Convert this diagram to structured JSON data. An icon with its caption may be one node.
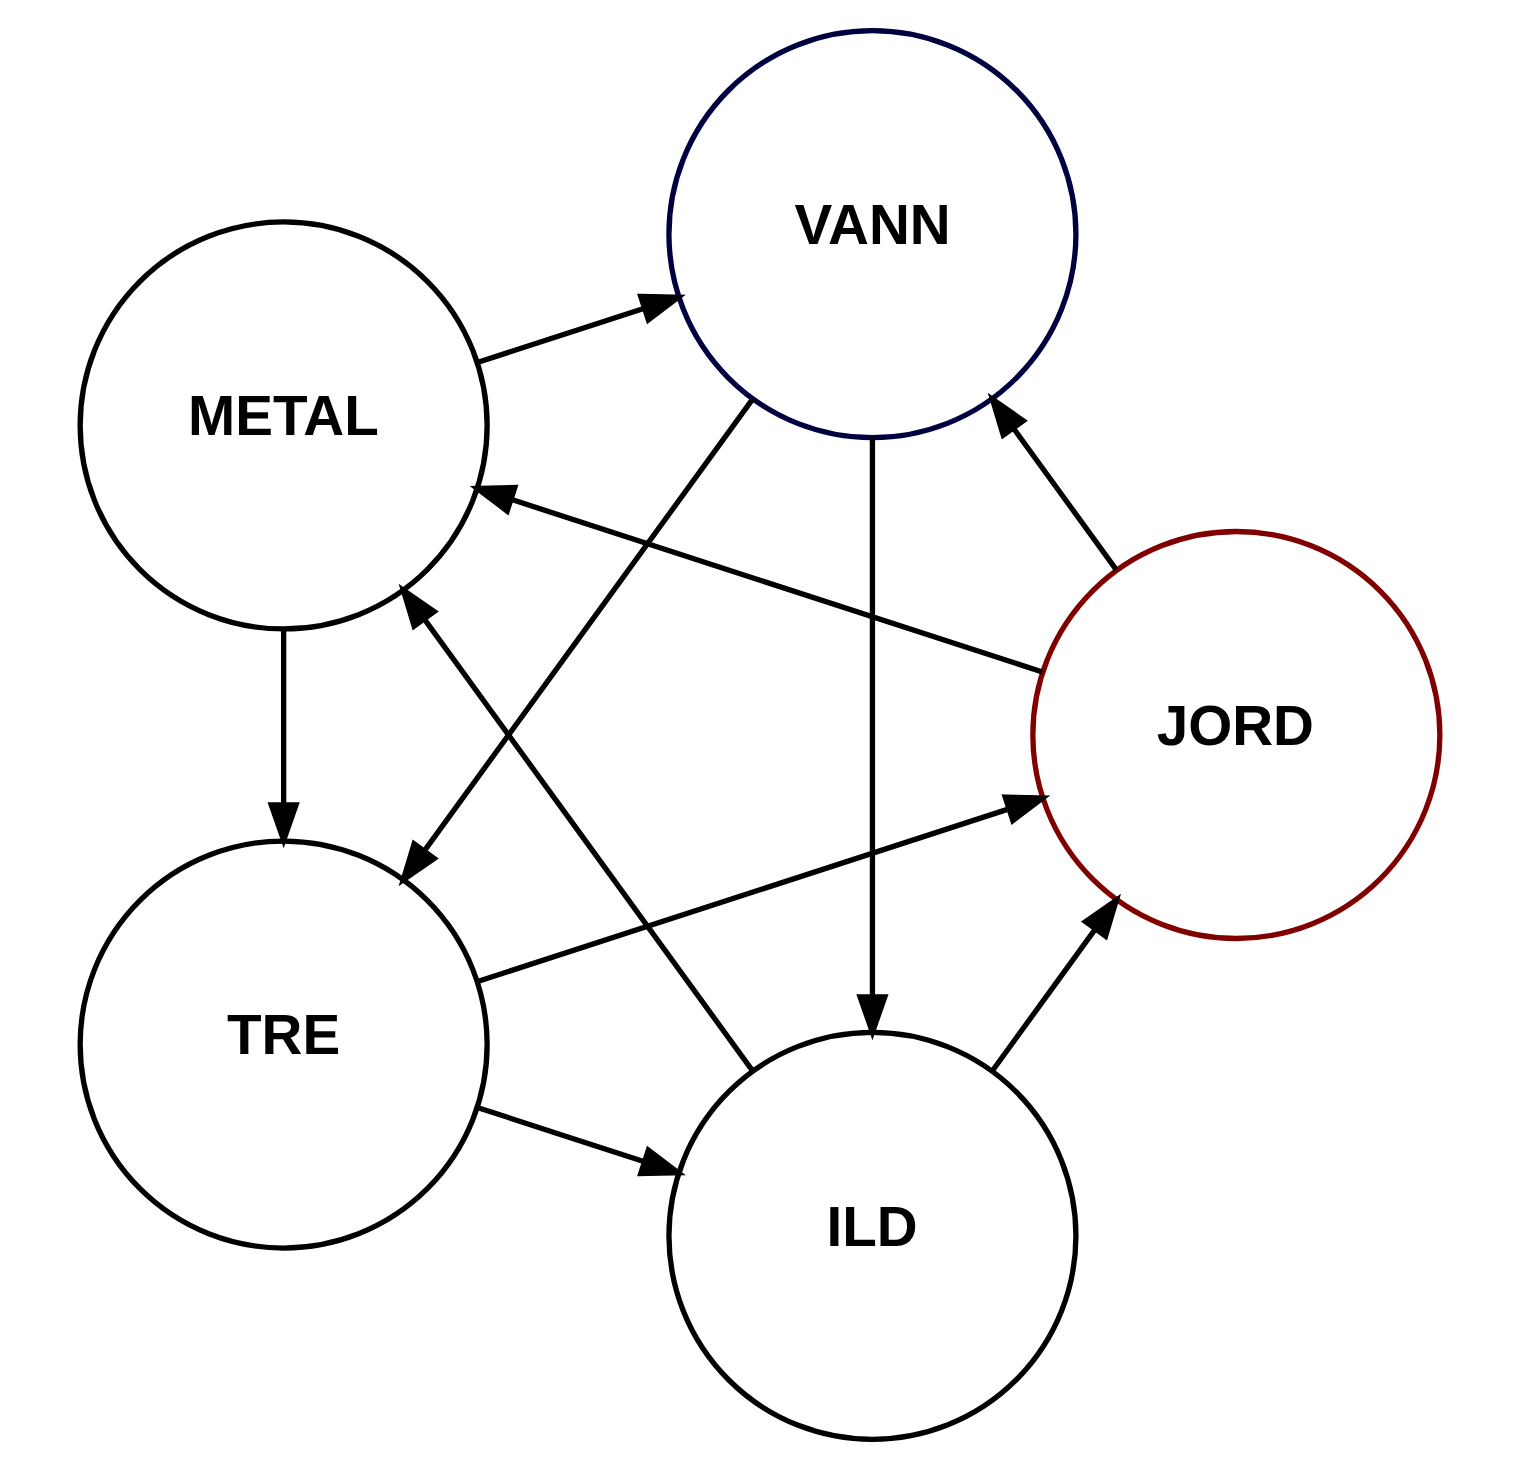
{
  "diagram": {
    "nodes": [
      {
        "text": [
          "ILD"
        ]
      },
      {
        "text": [
          "JORD"
        ]
      },
      {
        "text": [
          "METAL"
        ]
      },
      {
        "text": [
          "VANN"
        ]
      },
      {
        "text": [
          "TRE"
        ]
      }
    ],
    "edges": [
      {
        "from": 4,
        "to": 0,
        "arrow": "to"
      },
      {
        "from": 0,
        "to": 1,
        "arrow": "to"
      },
      {
        "from": 1,
        "to": 2,
        "arrow": "to"
      },
      {
        "from": 2,
        "to": 3,
        "arrow": "to"
      },
      {
        "from": 3,
        "to": 4,
        "arrow": "to"
      },
      {
        "from": 4,
        "to": 1,
        "arrow": "to"
      },
      {
        "from": 0,
        "to": 2,
        "arrow": "to"
      },
      {
        "from": 1,
        "to": 3,
        "arrow": "to"
      },
      {
        "from": 2,
        "to": 4,
        "arrow": "to"
      },
      {
        "from": 3,
        "to": 0,
        "arrow": "to"
      }
    ]
  }
}
